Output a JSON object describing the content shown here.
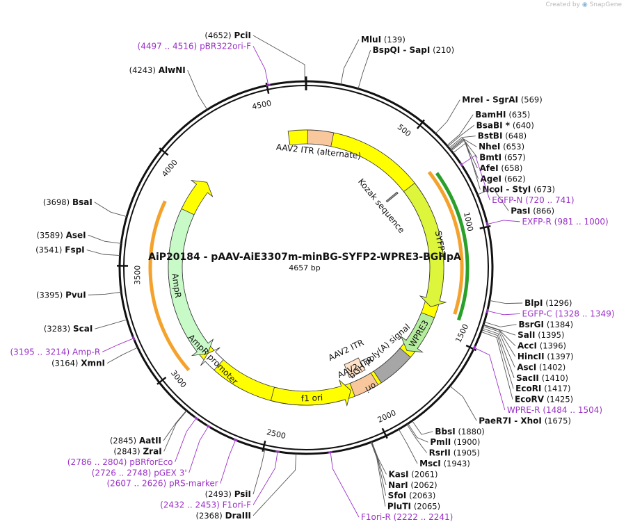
{
  "credit": {
    "prefix": "Created by",
    "brand": "SnapGene"
  },
  "map": {
    "title": "AiP20184 - pAAV-AiE3307m-minBG-SYFP2-WPRE3-BGHpA",
    "size": "4657 bp",
    "total_bp": 4657
  },
  "ticks": [
    {
      "label": "500",
      "bp": 500
    },
    {
      "label": "1000",
      "bp": 1000
    },
    {
      "label": "1500",
      "bp": 1500
    },
    {
      "label": "2000",
      "bp": 2000
    },
    {
      "label": "2500",
      "bp": 2500
    },
    {
      "label": "3000",
      "bp": 3000
    },
    {
      "label": "3500",
      "bp": 3500
    },
    {
      "label": "4000",
      "bp": 4000
    },
    {
      "label": "4500",
      "bp": 4500
    }
  ],
  "sites": [
    {
      "text": "PciI",
      "num": "(4652)",
      "bp": 4652,
      "side": "left"
    },
    {
      "text": "MluI",
      "num": "(139)",
      "bp": 139,
      "side": "right"
    },
    {
      "text": "BspQI  - SapI",
      "num": "(210)",
      "bp": 210,
      "side": "right"
    },
    {
      "text": "MreI  - SgrAI",
      "num": "(569)",
      "bp": 569,
      "side": "right"
    },
    {
      "text": "BamHI",
      "num": "(635)",
      "bp": 635,
      "side": "right"
    },
    {
      "text": "BsaBI *",
      "num": "(640)",
      "bp": 640,
      "side": "right"
    },
    {
      "text": "BstBI",
      "num": "(648)",
      "bp": 648,
      "side": "right"
    },
    {
      "text": "NheI",
      "num": "(653)",
      "bp": 653,
      "side": "right"
    },
    {
      "text": "BmtI",
      "num": "(657)",
      "bp": 657,
      "side": "right"
    },
    {
      "text": "AfeI",
      "num": "(658)",
      "bp": 658,
      "side": "right"
    },
    {
      "text": "AgeI",
      "num": "(662)",
      "bp": 662,
      "side": "right"
    },
    {
      "text": "NcoI  - StyI",
      "num": "(673)",
      "bp": 673,
      "side": "right"
    },
    {
      "text": "PasI",
      "num": "(866)",
      "bp": 866,
      "side": "right"
    },
    {
      "text": "BlpI",
      "num": "(1296)",
      "bp": 1296,
      "side": "right"
    },
    {
      "text": "BsrGI",
      "num": "(1384)",
      "bp": 1384,
      "side": "right"
    },
    {
      "text": "SalI",
      "num": "(1395)",
      "bp": 1395,
      "side": "right"
    },
    {
      "text": "AccI",
      "num": "(1396)",
      "bp": 1396,
      "side": "right"
    },
    {
      "text": "HincII",
      "num": "(1397)",
      "bp": 1397,
      "side": "right"
    },
    {
      "text": "AscI",
      "num": "(1402)",
      "bp": 1402,
      "side": "right"
    },
    {
      "text": "SacII",
      "num": "(1410)",
      "bp": 1410,
      "side": "right"
    },
    {
      "text": "EcoRI",
      "num": "(1417)",
      "bp": 1417,
      "side": "right"
    },
    {
      "text": "EcoRV",
      "num": "(1425)",
      "bp": 1425,
      "side": "right"
    },
    {
      "text": "PaeR7I  - XhoI",
      "num": "(1675)",
      "bp": 1675,
      "side": "right"
    },
    {
      "text": "BbsI",
      "num": "(1880)",
      "bp": 1880,
      "side": "right"
    },
    {
      "text": "PmlI",
      "num": "(1900)",
      "bp": 1900,
      "side": "right"
    },
    {
      "text": "RsrII",
      "num": "(1905)",
      "bp": 1905,
      "side": "right"
    },
    {
      "text": "MscI",
      "num": "(1943)",
      "bp": 1943,
      "side": "right"
    },
    {
      "text": "KasI",
      "num": "(2061)",
      "bp": 2061,
      "side": "right"
    },
    {
      "text": "NarI",
      "num": "(2062)",
      "bp": 2062,
      "side": "right"
    },
    {
      "text": "SfoI",
      "num": "(2063)",
      "bp": 2063,
      "side": "right"
    },
    {
      "text": "PluTI",
      "num": "(2065)",
      "bp": 2065,
      "side": "right"
    },
    {
      "text": "DraIII",
      "num": "(2368)",
      "bp": 2368,
      "side": "left"
    },
    {
      "text": "PsiI",
      "num": "(2493)",
      "bp": 2493,
      "side": "left"
    },
    {
      "text": "ZraI",
      "num": "(2843)",
      "bp": 2843,
      "side": "left"
    },
    {
      "text": "AatII",
      "num": "(2845)",
      "bp": 2845,
      "side": "left"
    },
    {
      "text": "XmnI",
      "num": "(3164)",
      "bp": 3164,
      "side": "left"
    },
    {
      "text": "ScaI",
      "num": "(3283)",
      "bp": 3283,
      "side": "left"
    },
    {
      "text": "PvuI",
      "num": "(3395)",
      "bp": 3395,
      "side": "left"
    },
    {
      "text": "FspI",
      "num": "(3541)",
      "bp": 3541,
      "side": "left"
    },
    {
      "text": "AseI",
      "num": "(3589)",
      "bp": 3589,
      "side": "left"
    },
    {
      "text": "BsaI",
      "num": "(3698)",
      "bp": 3698,
      "side": "left"
    },
    {
      "text": "AlwNI",
      "num": "(4243)",
      "bp": 4243,
      "side": "left"
    }
  ],
  "primers": [
    {
      "name": "pBR322ori-F",
      "range": "(4497 .. 4516)",
      "bp": 4506,
      "side": "left",
      "dir": 1
    },
    {
      "name": "EGFP-N",
      "range": "(720 .. 741)",
      "bp": 730,
      "side": "right",
      "dir": -1
    },
    {
      "name": "EXFP-R",
      "range": "(981 .. 1000)",
      "bp": 990,
      "side": "right",
      "dir": -1
    },
    {
      "name": "EGFP-C",
      "range": "(1328 .. 1349)",
      "bp": 1338,
      "side": "right",
      "dir": 1
    },
    {
      "name": "WPRE-R",
      "range": "(1484 .. 1504)",
      "bp": 1494,
      "side": "right",
      "dir": -1
    },
    {
      "name": "F1ori-R",
      "range": "(2222 .. 2241)",
      "bp": 2231,
      "side": "right",
      "dir": -1
    },
    {
      "name": "F1ori-F",
      "range": "(2432 .. 2453)",
      "bp": 2442,
      "side": "left",
      "dir": 1
    },
    {
      "name": "pRS-marker",
      "range": "(2607 .. 2626)",
      "bp": 2616,
      "side": "left",
      "dir": -1
    },
    {
      "name": "pGEX 3'",
      "range": "(2726 .. 2748)",
      "bp": 2737,
      "side": "left",
      "dir": 1
    },
    {
      "name": "pBRforEco",
      "range": "(2786 .. 2804)",
      "bp": 2795,
      "side": "left",
      "dir": -1
    },
    {
      "name": "Amp-R",
      "range": "(3195 .. 3214)",
      "bp": 3204,
      "side": "left",
      "dir": -1
    }
  ],
  "features": [
    {
      "name": "ori",
      "start": 4560,
      "end": 4020,
      "dir": 1,
      "color": "#ffff00",
      "kind": "arrow",
      "track": 1
    },
    {
      "name": "AAV2 ITR (alternate)",
      "start": 9,
      "end": 150,
      "dir": 0,
      "color": "#f8c89c",
      "kind": "box",
      "track": 1
    },
    {
      "name": "Kozak sequence",
      "start": 650,
      "end": 660,
      "dir": 0,
      "color": "#9c9c9c",
      "kind": "box",
      "track": 2
    },
    {
      "name": "SYFP2",
      "start": 674,
      "end": 1390,
      "dir": 1,
      "color": "#ddf53a",
      "kind": "arrow",
      "track": 1
    },
    {
      "name": "WPRE3",
      "start": 1440,
      "end": 1675,
      "dir": 1,
      "color": "#b4ed9c",
      "kind": "arrow",
      "track": 1
    },
    {
      "name": "bGH poly(A) signal",
      "start": 1690,
      "end": 1900,
      "dir": 0,
      "color": "#a6a6a6",
      "kind": "box",
      "track": 1
    },
    {
      "name": "AAV2 ITR",
      "start": 1920,
      "end": 2060,
      "dir": 0,
      "color": "#f8c89c",
      "kind": "box",
      "track": 1
    },
    {
      "name": "AAV2 ITR",
      "start": 1940,
      "end": 2050,
      "dir": 0,
      "color": "#ffe2c8",
      "kind": "box",
      "track": 2
    },
    {
      "name": "f1 ori",
      "start": 2070,
      "end": 2520,
      "dir": -1,
      "color": "#ffff00",
      "kind": "arrow",
      "track": 1
    },
    {
      "name": "AmpR promoter",
      "start": 2870,
      "end": 2960,
      "dir": 1,
      "color": "#ffffff",
      "kind": "arrow",
      "track": 1
    },
    {
      "name": "AmpR",
      "start": 2960,
      "end": 3820,
      "dir": -1,
      "color": "#c8fac8",
      "kind": "arrow",
      "track": 1
    }
  ],
  "orf_bars": [
    {
      "start": 674,
      "end": 1390,
      "color": "#f4a22c"
    },
    {
      "start": 2960,
      "end": 3820,
      "color": "#f4a22c"
    },
    {
      "start": 700,
      "end": 1410,
      "color": "#2aa02a"
    }
  ]
}
